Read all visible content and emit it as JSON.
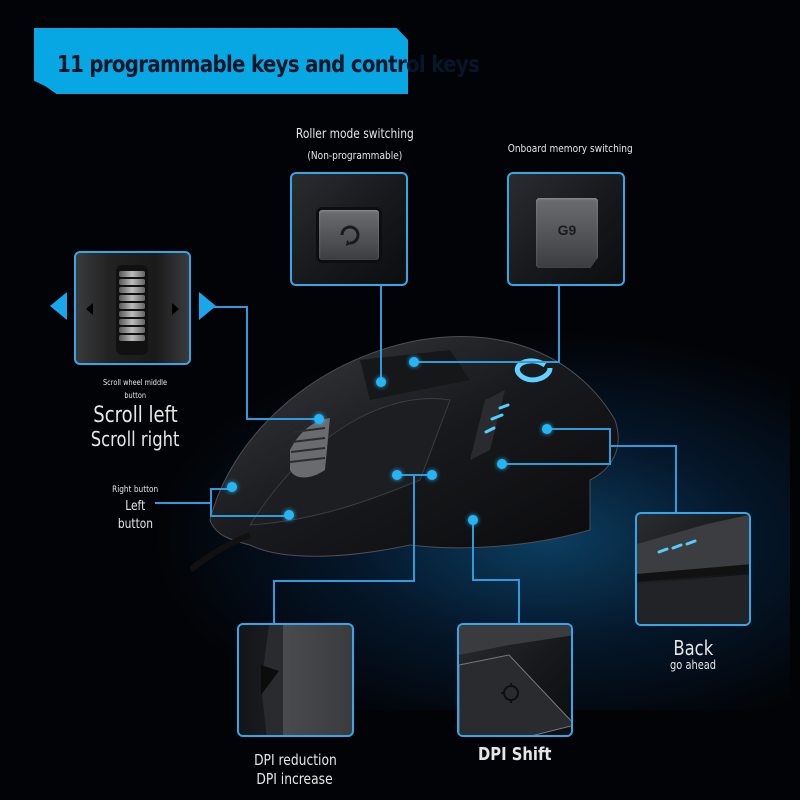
{
  "banner": {
    "title": "11 programmable keys and control keys",
    "color": "#06a7e2"
  },
  "callouts": {
    "roller_mode": {
      "title": "Roller mode switching",
      "subtitle": "(Non-programmable)"
    },
    "onboard_memory": {
      "title": "Onboard memory switching",
      "key_label": "G9"
    },
    "scroll_wheel": {
      "small1": "Scroll wheel middle",
      "small2": "button",
      "line1": "Scroll left",
      "line2": "Scroll right"
    },
    "main_buttons": {
      "small": "Right button",
      "line1": "Left",
      "line2": "button"
    },
    "dpi_buttons": {
      "line1": "DPI reduction",
      "line2": "DPI increase"
    },
    "dpi_shift": {
      "line1": "DPI Shift"
    },
    "side_buttons": {
      "line1": "Back",
      "line2": "go ahead"
    }
  },
  "icons": {
    "roller_mode": "circular-arrows-icon",
    "dpi_shift": "crosshair-icon",
    "arrow_left": "triangle-left-icon",
    "arrow_right": "triangle-right-icon"
  },
  "colors": {
    "accent": "#35a6e8",
    "dot": "#27b4f5",
    "background": "#020306"
  }
}
